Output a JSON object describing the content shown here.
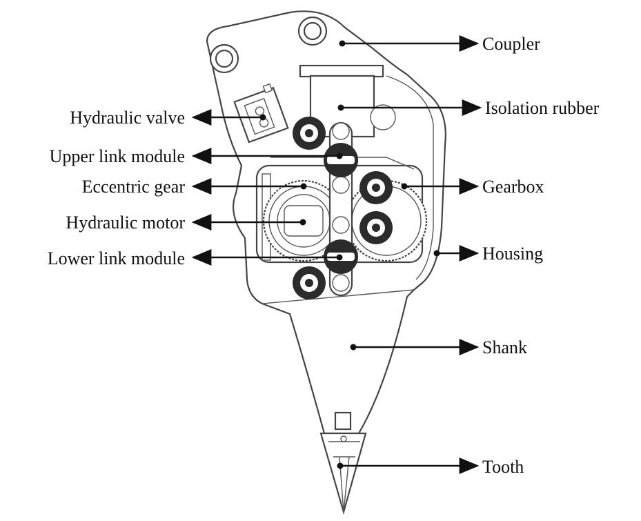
{
  "labels": {
    "coupler": "Coupler",
    "isolation_rubber": "Isolation rubber",
    "hydraulic_valve": "Hydraulic valve",
    "upper_link_module": "Upper link module",
    "eccentric_gear": "Eccentric gear",
    "gearbox": "Gearbox",
    "hydraulic_motor": "Hydraulic motor",
    "housing": "Housing",
    "lower_link_module": "Lower link module",
    "shank": "Shank",
    "tooth": "Tooth"
  }
}
